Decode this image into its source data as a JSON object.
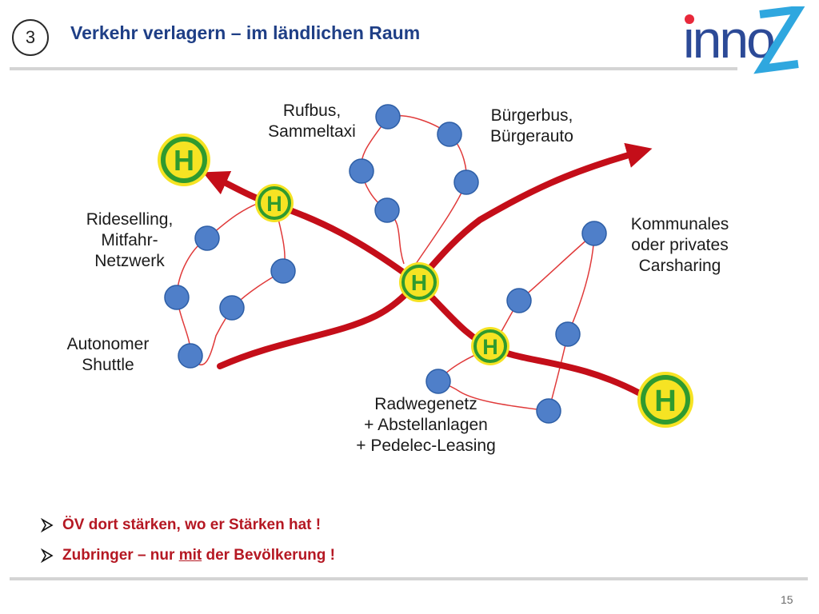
{
  "header": {
    "section_number": "3",
    "title": "Verkehr verlagern – im ländlichen Raum"
  },
  "logo": {
    "text": "inno",
    "letter": "Z"
  },
  "diagram": {
    "stop_symbol_letter": "H",
    "colors": {
      "route": "#c40e19",
      "link": "#e03a3a",
      "node": "#4f7fc9",
      "stop_fill": "#f6e323",
      "stop_ring": "#2f9a2f"
    },
    "labels": {
      "rufbus": "Rufbus,\nSammeltaxi",
      "buergerbus": "Bürgerbus,\nBürgerauto",
      "rideselling": "Rideselling,\nMitfahr-\nNetzwerk",
      "kommunales": "Kommunales\noder privates\nCarsharing",
      "autonomer": "Autonomer\nShuttle",
      "radwege": "Radwegenetz\n+ Abstellanlagen\n+ Pedelec-Leasing"
    }
  },
  "bullets": {
    "item1": "ÖV dort stärken, wo er Stärken hat !",
    "item2_before": "Zubringer – nur ",
    "item2_underlined": "mit",
    "item2_after": " der Bevölkerung !"
  },
  "footer": {
    "page_number": "15"
  }
}
